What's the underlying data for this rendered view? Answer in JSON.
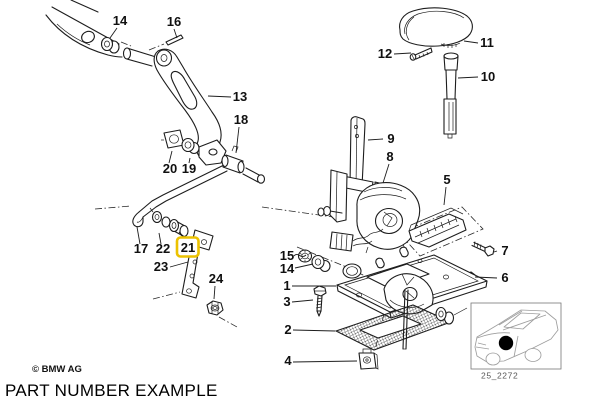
{
  "page": {
    "caption": "PART NUMBER EXAMPLE",
    "copyright": "© BMW AG"
  },
  "inset": {
    "drawing_code": "25_2272"
  },
  "highlight": {
    "part_number": "21",
    "color": "#ECC200"
  },
  "callouts": {
    "c1": "1",
    "c2": "2",
    "c3": "3",
    "c4": "4",
    "c5": "5",
    "c6": "6",
    "c7": "7",
    "c8": "8",
    "c9": "9",
    "c10": "10",
    "c11": "11",
    "c12": "12",
    "c13": "13",
    "c14a": "14",
    "c14b": "14",
    "c15": "15",
    "c16": "16",
    "c17": "17",
    "c18": "18",
    "c19": "19",
    "c20": "20",
    "c21": "21",
    "c22": "22",
    "c23": "23",
    "c24": "24"
  }
}
